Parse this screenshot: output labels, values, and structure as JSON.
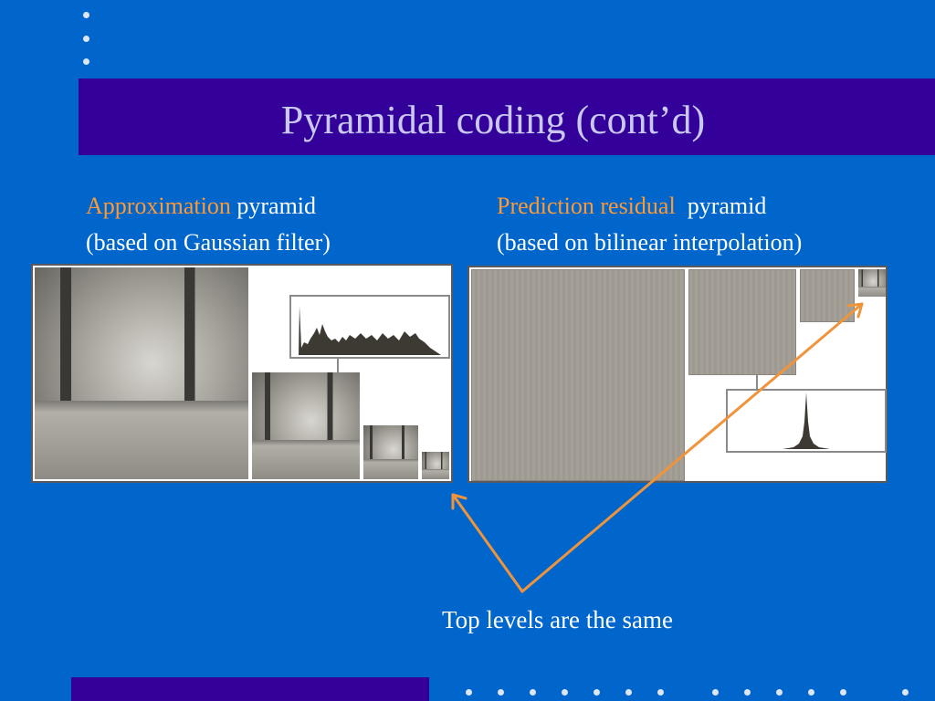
{
  "slide": {
    "title": "Pyramidal coding (cont’d)",
    "left_caption": {
      "accent": "Approximation",
      "rest": "pyramid",
      "line2": "(based on Gaussian filter)"
    },
    "right_caption": {
      "accent": "Prediction residual",
      "rest": "pyramid",
      "line2": "(based on bilinear interpolation)"
    },
    "note": "Top levels are the same"
  },
  "colors": {
    "background": "#0066cc",
    "title_bar": "#330099",
    "title_text": "#c8c8f0",
    "accent": "#ff9933",
    "arrow": "#f0943c"
  },
  "images": {
    "left": [
      "approximation-level-0",
      "approximation-level-1",
      "approximation-level-2",
      "approximation-level-3"
    ],
    "right": [
      "residual-level-0",
      "residual-level-1",
      "residual-level-2",
      "residual-level-3"
    ]
  }
}
